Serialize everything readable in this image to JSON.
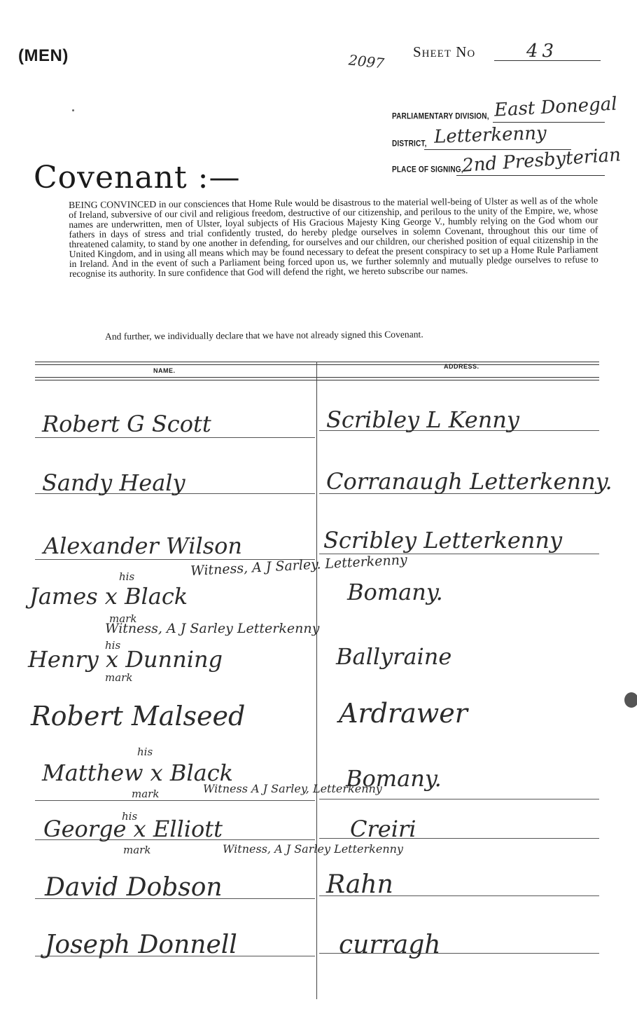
{
  "header": {
    "category": "(MEN)",
    "archive_number": "2097",
    "sheet_label": "Sheet No",
    "sheet_number": "43"
  },
  "fields": {
    "parliamentary_division_label": "PARLIAMENTARY DIVISION,",
    "parliamentary_division_value": "East Donegal",
    "district_label": "DISTRICT,",
    "district_value": "Letterkenny",
    "place_label": "PLACE OF SIGNING,",
    "place_value": "2nd Presbyterian"
  },
  "covenant": {
    "title": "Covenant :—",
    "body": "BEING CONVINCED in our consciences that Home Rule would be disastrous to the material well-being of Ulster as well as of the whole of Ireland, subversive of our civil and religious freedom, destructive of our citizenship, and perilous to the unity of the Empire, we, whose names are underwritten, men of Ulster, loyal subjects of His Gracious Majesty King George V., humbly relying on the God whom our fathers in days of stress and trial confidently trusted, do hereby pledge ourselves in solemn Covenant, throughout this our time of threatened calamity, to stand by one another in defending, for ourselves and our children, our cherished position of equal citizenship in the United Kingdom, and in using all means which may be found necessary to defeat the present conspiracy to set up a Home Rule Parliament in Ireland. And in the event of such a Parliament being forced upon us, we further solemnly and mutually pledge ourselves to refuse to recognise its authority. In sure confidence that God will defend the right, we hereto subscribe our names.",
    "further": "And further, we individually declare that we have not already signed this Covenant."
  },
  "table": {
    "name_header": "NAME.",
    "address_header": "ADDRESS.",
    "rows": [
      {
        "name": "Robert G Scott",
        "address": "Scribley L Kenny"
      },
      {
        "name": "Sandy Healy",
        "address": "Corranaugh Letterkenny."
      },
      {
        "name": "Alexander Wilson",
        "address": "Scribley Letterkenny"
      },
      {
        "name": "James x Black",
        "address": "Bomany."
      },
      {
        "name": "Henry x Dunning",
        "address": "Ballyraine"
      },
      {
        "name": "Robert Malseed",
        "address": "Ardrawer"
      },
      {
        "name": "Matthew x Black",
        "address": "Bomany."
      },
      {
        "name": "George x Elliott",
        "address": "Creiri"
      },
      {
        "name": "David Dobson",
        "address": "Rahn"
      },
      {
        "name": "Joseph Donnell",
        "address": "curragh"
      }
    ],
    "annotations": {
      "his": "his",
      "mark": "mark",
      "witness_1": "Witness, A J Sarley. Letterkenny",
      "witness_2": "Witness, A J Sarley Letterkenny",
      "witness_3": "Witness A J Sarley, Letterkenny",
      "witness_4": "Witness, A J Sarley Letterkenny"
    }
  }
}
